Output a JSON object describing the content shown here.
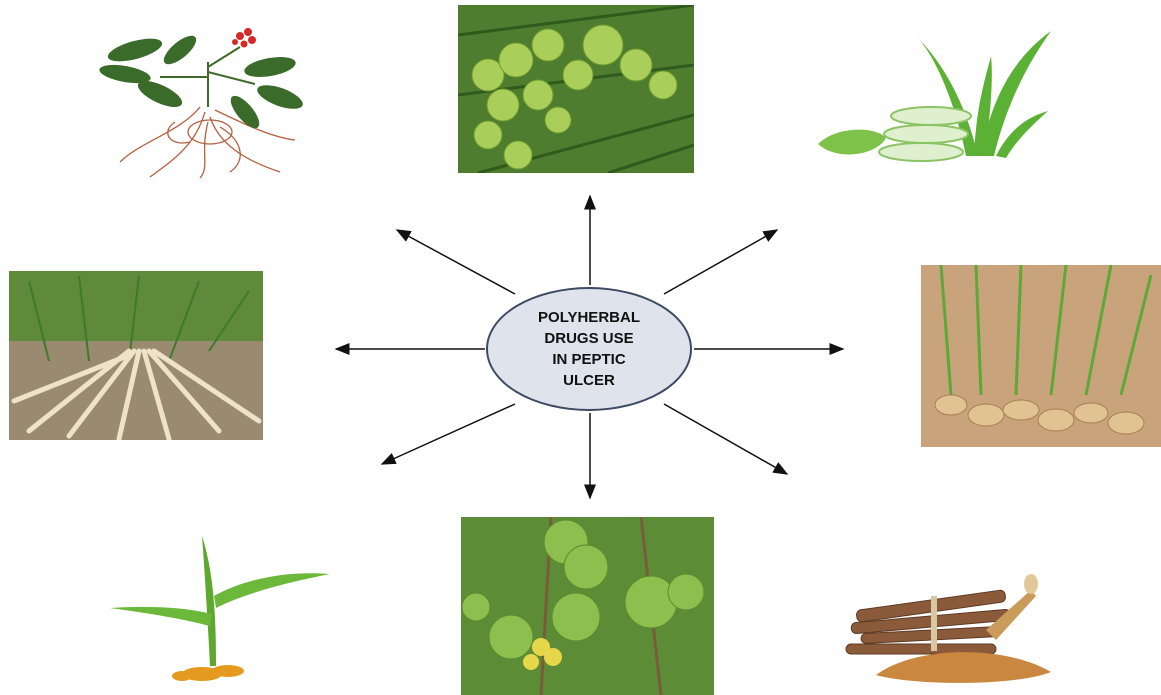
{
  "diagram": {
    "center_label": "POLYHERBAL\nDRUGS USE\nIN PEPTIC\nULCER",
    "center_fill": "#dfe3ec",
    "center_border": "#3c4a63",
    "arrow_color": "#111111",
    "plants": [
      {
        "icon": "ginseng-root-image"
      },
      {
        "icon": "amla-fruit-image"
      },
      {
        "icon": "aloe-vera-image"
      },
      {
        "icon": "shatavari-root-image"
      },
      {
        "icon": "ginger-rhizome-image"
      },
      {
        "icon": "turmeric-plant-image"
      },
      {
        "icon": "bael-fruit-image"
      },
      {
        "icon": "licorice-root-powder-image"
      }
    ]
  }
}
